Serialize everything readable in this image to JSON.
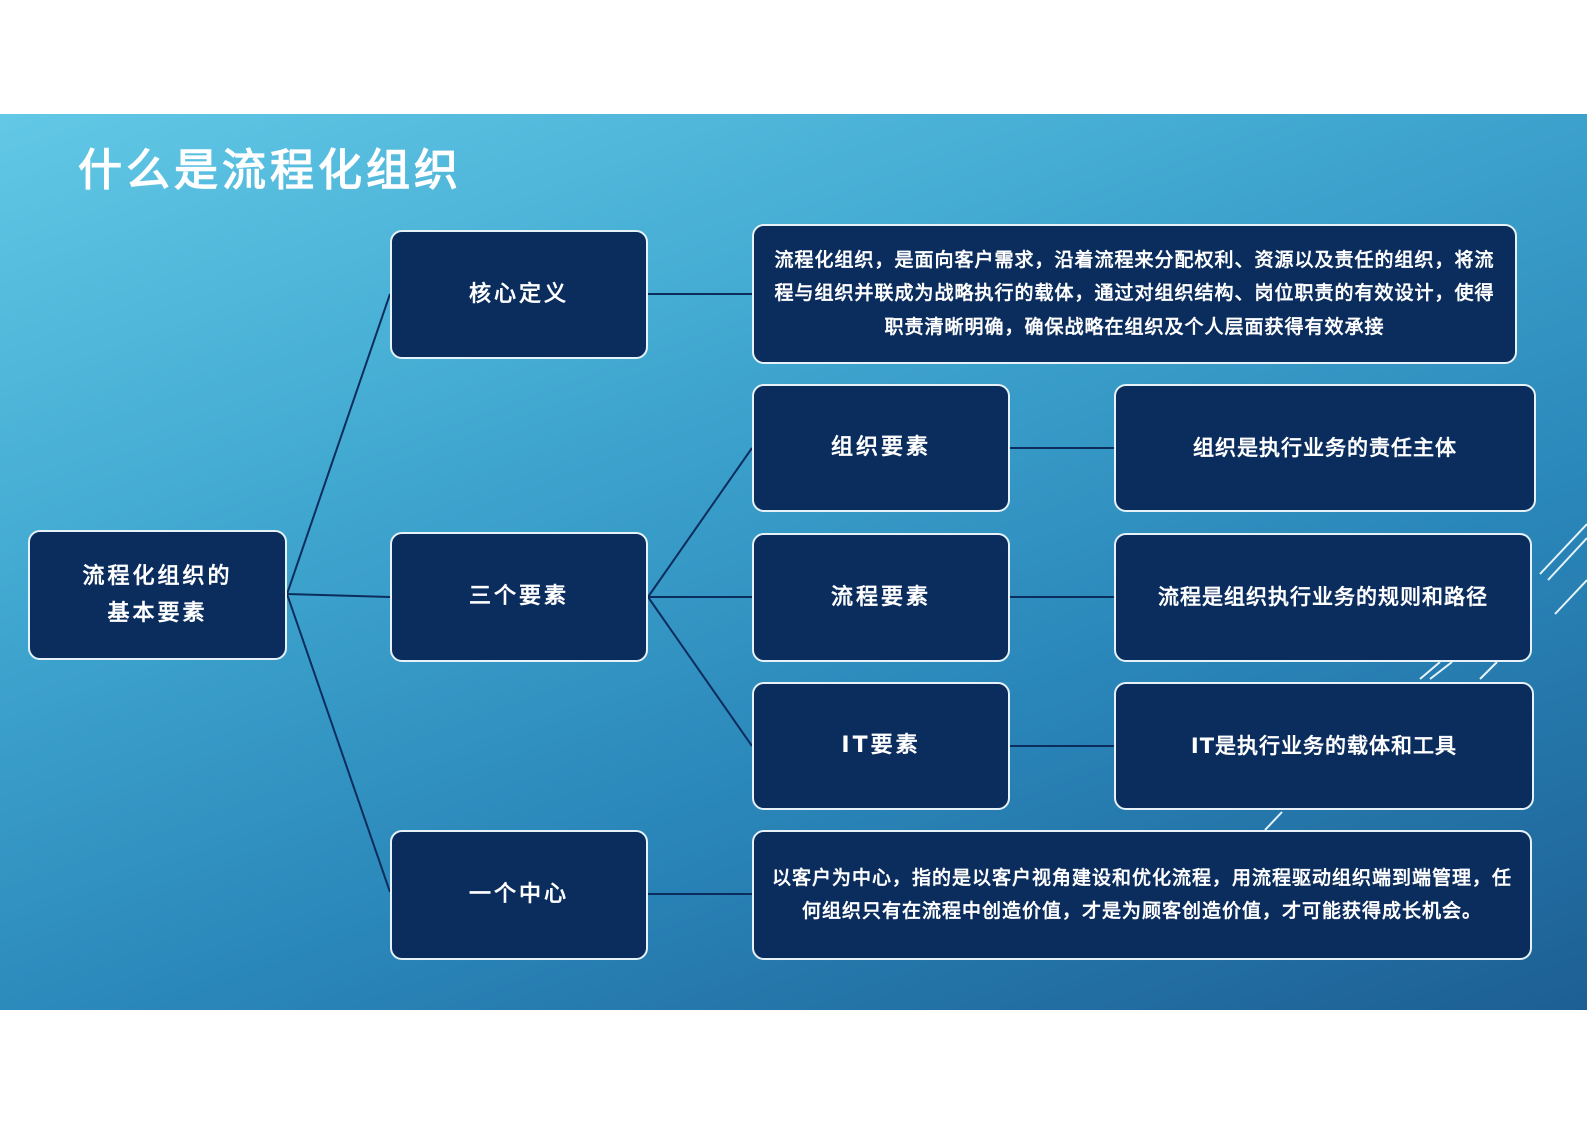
{
  "title": "什么是流程化组织",
  "colors": {
    "background_top": "#62c8e6",
    "background_bottom": "#1d5f94",
    "node_fill": "#0b2d5e",
    "node_border": "#e6f1f8",
    "connector": "#0b2d5e"
  },
  "root": {
    "label_line1": "流程化组织的",
    "label_line2": "基本要素"
  },
  "branches": {
    "core": {
      "label": "核心定义",
      "desc": "流程化组织，是面向客户需求，沿着流程来分配权利、资源以及责任的组织，将流程与组织并联成为战略执行的载体，通过对组织结构、岗位职责的有效设计，使得职责清晰明确，确保战略在组织及个人层面获得有效承接"
    },
    "three": {
      "label": "三个要素",
      "items": [
        {
          "label": "组织要素",
          "desc": "组织是执行业务的责任主体"
        },
        {
          "label": "流程要素",
          "desc": "流程是组织执行业务的规则和路径"
        },
        {
          "label": "IT要素",
          "desc": "IT是执行业务的载体和工具"
        }
      ]
    },
    "center": {
      "label": "一个中心",
      "desc": "以客户为中心，指的是以客户视角建设和优化流程，用流程驱动组织端到端管理，任何组织只有在流程中创造价值，才是为顾客创造价值，才可能获得成长机会。"
    }
  }
}
